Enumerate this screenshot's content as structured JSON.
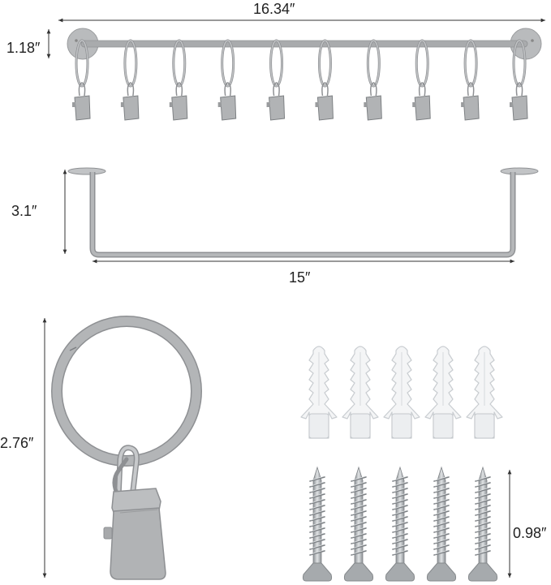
{
  "dimensions": {
    "rod_length": "16.34″",
    "rod_height": "1.18″",
    "bar_height": "3.1″",
    "bar_length": "15″",
    "ring_height": "2.76″",
    "screw_length": "0.98″"
  },
  "parts": {
    "hanging_rings": 10,
    "wall_anchors": 5,
    "screws": 5
  },
  "colors": {
    "metal_gray": "#a9abad",
    "metal_dark": "#7d8083",
    "anchor_white": "#f4f5f6",
    "screw_steel": "#b8bcc0",
    "dimension_line": "#333333"
  }
}
